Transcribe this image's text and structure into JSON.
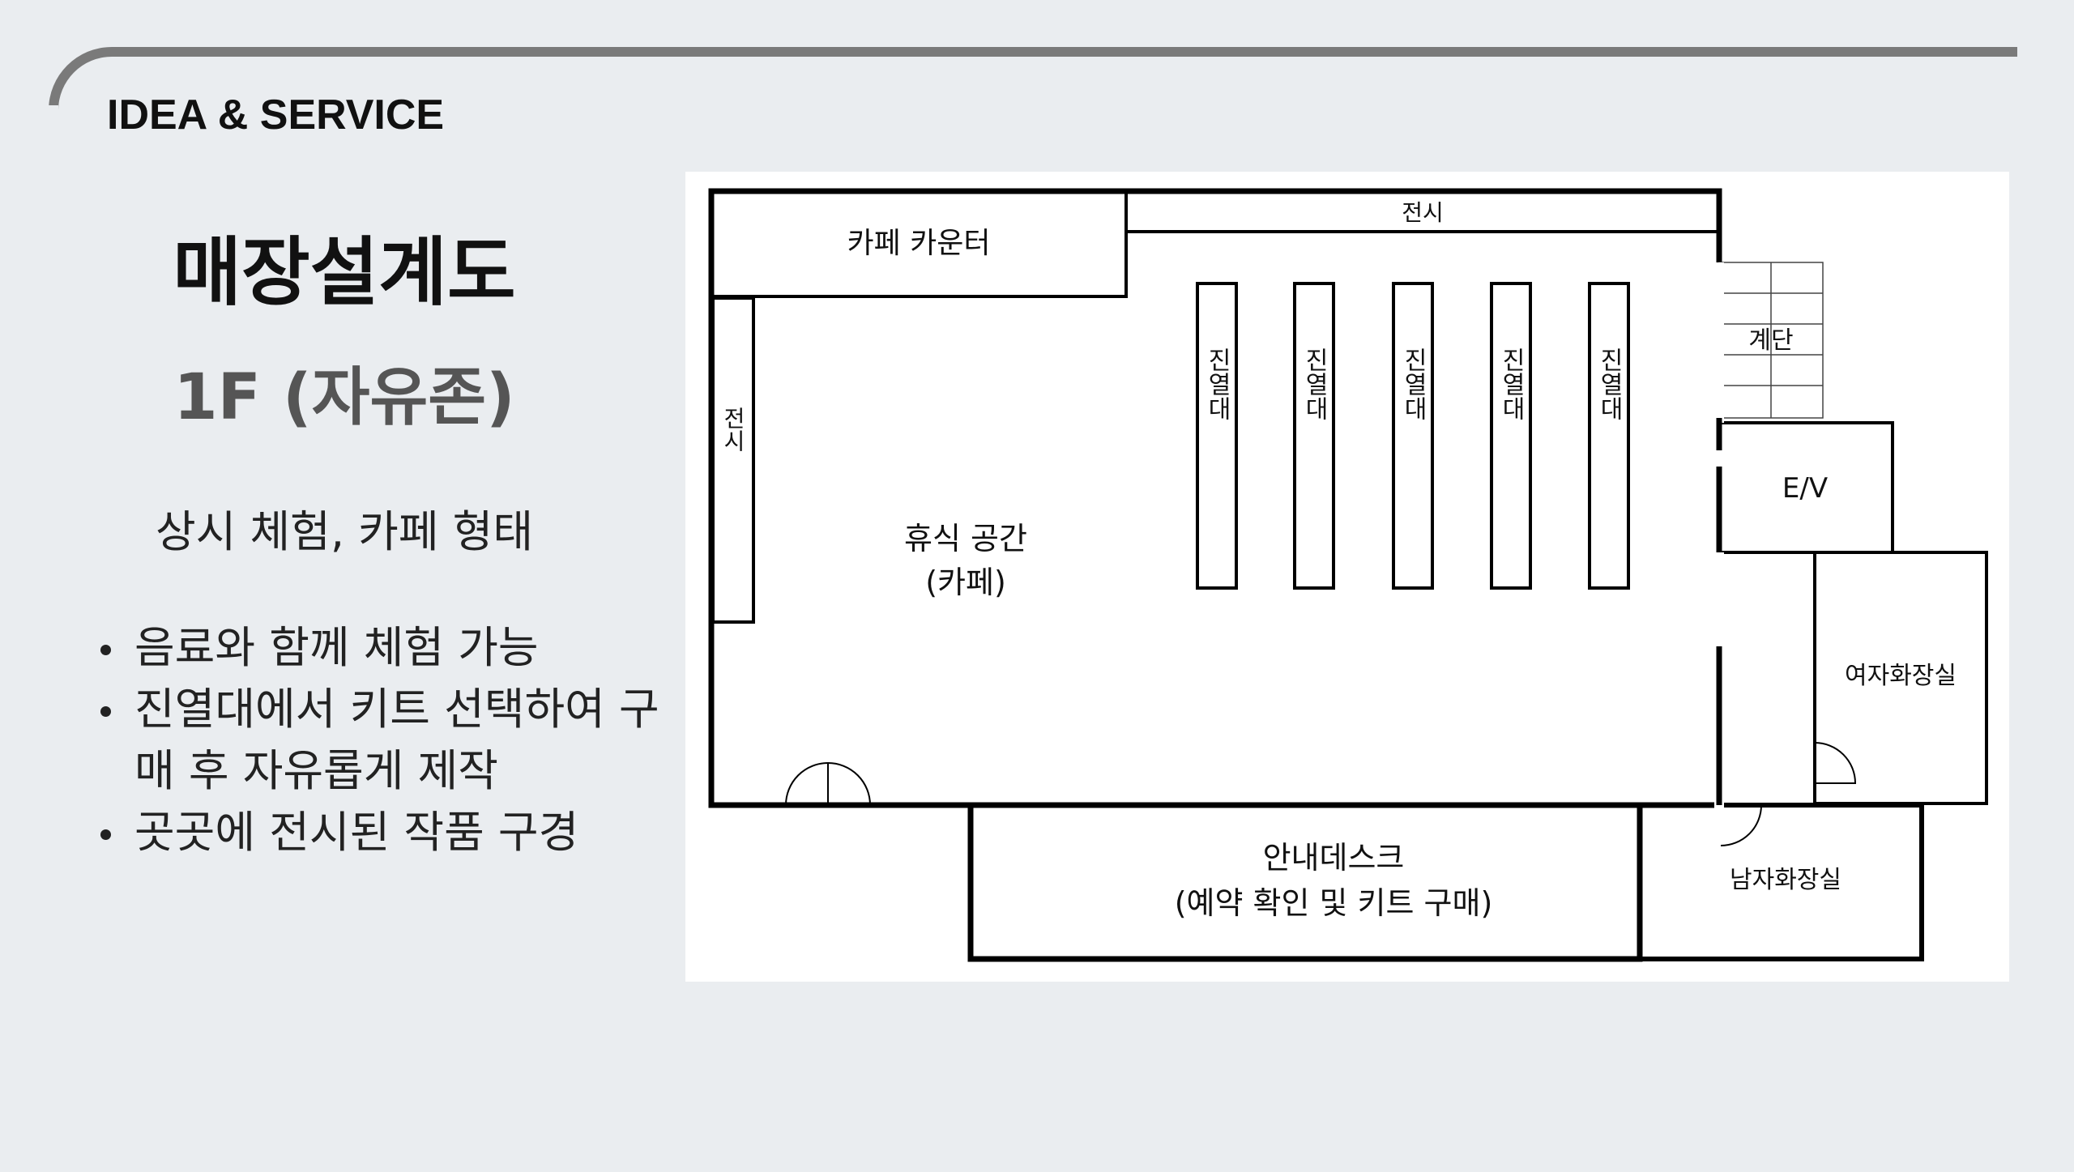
{
  "header": {
    "section_label": "IDEA & SERVICE"
  },
  "left": {
    "title": "매장설계도",
    "subtitle": "1F (자유존)",
    "tagline": "상시 체험, 카페 형태",
    "bullets": [
      "음료와 함께 체험 가능",
      "진열대에서 키트 선택하여 구매 후 자유롭게 제작",
      "곳곳에 전시된 작품 구경"
    ]
  },
  "floor_plan": {
    "cafe_counter": "카페 카운터",
    "display_top": "전시",
    "display_left": "전시",
    "rest_area_line1": "휴식 공간",
    "rest_area_line2": "(카페)",
    "shelf_label": "진열대",
    "stairs": "계단",
    "elevator": "E/V",
    "womens_restroom": "여자화장실",
    "mens_restroom": "남자화장실",
    "info_desk_line1": "안내데스크",
    "info_desk_line2": "(예약 확인 및 키트 구매)"
  }
}
